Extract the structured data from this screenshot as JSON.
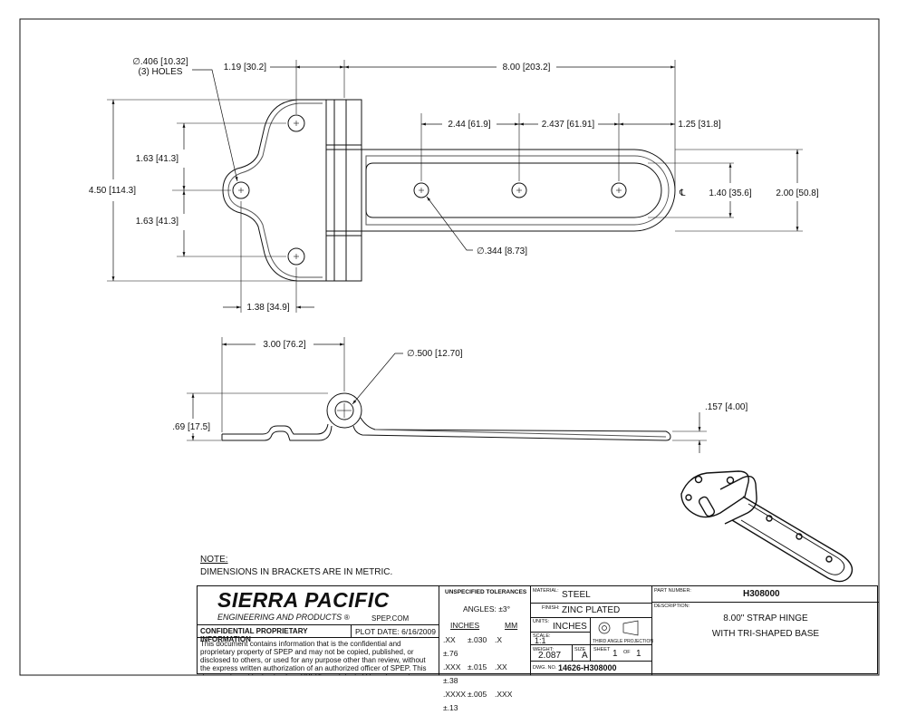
{
  "dimensions": {
    "hole_dia": "∅.406",
    "hole_dia_mm": "10.32",
    "hole_count": "(3) HOLES",
    "d_119": "1.19",
    "d_119_mm": "30.2",
    "d_800": "8.00",
    "d_800_mm": "203.2",
    "d_244": "2.44",
    "d_244_mm": "61.9",
    "d_2437": "2.437",
    "d_2437_mm": "61.91",
    "d_125": "1.25",
    "d_125_mm": "31.8",
    "d_163a": "1.63",
    "d_163a_mm": "41.3",
    "d_163b": "1.63",
    "d_163b_mm": "41.3",
    "d_450": "4.50",
    "d_450_mm": "114.3",
    "d_140": "1.40",
    "d_140_mm": "35.6",
    "d_200": "2.00",
    "d_200_mm": "50.8",
    "centerline": "℄",
    "slot_hole_dia": "∅.344",
    "slot_hole_dia_mm": "8.73",
    "d_138": "1.38",
    "d_138_mm": "34.9",
    "d_300": "3.00",
    "d_300_mm": "76.2",
    "knuckle_dia": "∅.500",
    "knuckle_dia_mm": "12.70",
    "d_069": ".69",
    "d_069_mm": "17.5",
    "d_157": ".157",
    "d_157_mm": "4.00"
  },
  "notes": {
    "heading": "NOTE:",
    "text": "DIMENSIONS IN BRACKETS ARE IN METRIC."
  },
  "title_block": {
    "company": "SIERRA PACIFIC",
    "subtitle": "ENGINEERING AND PRODUCTS",
    "registered": "®",
    "website": "SPEP.COM",
    "confidential_title": "CONFIDENTIAL PROPRIETARY INFORMATION",
    "plot_date": "PLOT DATE: 6/16/2009",
    "confidential_text": "This document contains information that is the confidential and proprietary property of SPEP and may not be copied, published, or disclosed to others, or used for any purpose  other than review, without the express written authorization of an authorized officer of SPEP. This document must be kept only in SPEP's confidential files when not in use.",
    "tolerances_title": "UNSPECIFIED TOLERANCES",
    "angles": "ANGLES:  ±3°",
    "col_inches": "INCHES",
    "col_mm": "MM",
    "tol_rows": [
      {
        "in_fmt": ".XX",
        "in_val": "±.030",
        "mm_fmt": ".X",
        "mm_val": "±.76"
      },
      {
        "in_fmt": ".XXX",
        "in_val": "±.015",
        "mm_fmt": ".XX",
        "mm_val": "±.38"
      },
      {
        "in_fmt": ".XXXX",
        "in_val": "±.005",
        "mm_fmt": ".XXX",
        "mm_val": "±.13"
      }
    ],
    "material_label": "MATERIAL:",
    "material": "STEEL",
    "finish_label": "FINISH:",
    "finish": "ZINC PLATED",
    "units_label": "UNITS:",
    "units": "INCHES",
    "scale_label": "SCALE:",
    "scale": "1:1",
    "projection": "THIRD ANGLE PROJECTION",
    "weight_label": "WEIGHT:",
    "weight": "2.087",
    "size_label": "SIZE",
    "size": "A",
    "sheet_label": "SHEET",
    "sheet": "1",
    "of_label": "OF",
    "of": "1",
    "dwg_label": "DWG. NO.",
    "dwg_no": "14626-H308000",
    "part_label": "PART NUMBER:",
    "part_no": "H308000",
    "desc_label": "DESCRIPTION:",
    "desc_line1": "8.00\" STRAP HINGE",
    "desc_line2": "WITH TRI-SHAPED BASE"
  }
}
